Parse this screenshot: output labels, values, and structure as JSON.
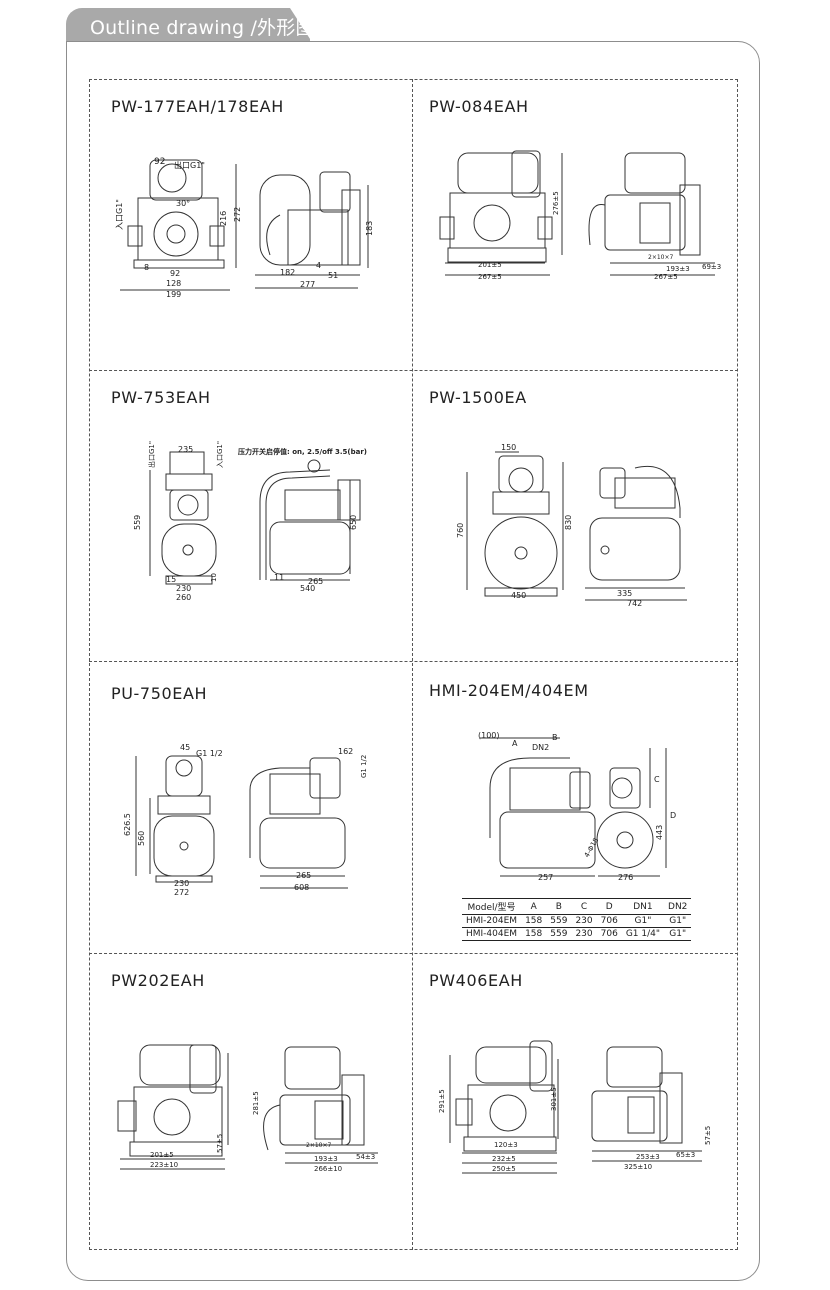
{
  "header": {
    "title": "Outline drawing /外形图"
  },
  "cells": [
    {
      "id": "pw177",
      "model": "PW-177EAH/178EAH",
      "dims": {
        "d1": "92",
        "d2": "出口G1\"",
        "d3": "30°",
        "d4": "入口G1\"",
        "d5": "216",
        "d6": "272",
        "d7": "8",
        "d8": "92",
        "d9": "128",
        "d10": "199",
        "d11": "183",
        "d12": "182",
        "d13": "277",
        "d14": "4",
        "d15": "51"
      }
    },
    {
      "id": "pw084",
      "model": "PW-084EAH",
      "dims": {
        "d1": "276±5",
        "d2": "201±5",
        "d3": "267±5",
        "d4": "193±3",
        "d5": "267±5",
        "d6": "69±3",
        "d7": "2×10×7"
      }
    },
    {
      "id": "pw753",
      "model": "PW-753EAH",
      "dims": {
        "d1": "235",
        "d2": "出口G1\"",
        "d3": "入口G1\"",
        "d4": "559",
        "d5": "15",
        "d6": "230",
        "d7": "260",
        "d8": "10",
        "d9": "650",
        "d10": "11",
        "d11": "265",
        "d12": "540",
        "note": "压力开关启停值: on, 2.5/off 3.5(bar)"
      }
    },
    {
      "id": "pw1500",
      "model": "PW-1500EA",
      "dims": {
        "d1": "150",
        "d2": "760",
        "d3": "830",
        "d4": "450",
        "d5": "335",
        "d6": "742"
      }
    },
    {
      "id": "pu750",
      "model": "PU-750EAH",
      "dims": {
        "d1": "45",
        "d2": "G1 1/2",
        "d3": "626.5",
        "d4": "560",
        "d5": "230",
        "d6": "272",
        "d7": "162",
        "d8": "G1 1/2",
        "d9": "265",
        "d10": "608"
      }
    },
    {
      "id": "hmi204",
      "model": "HMI-204EM/404EM",
      "dims": {
        "d1": "(100)",
        "d2": "A",
        "d3": "B",
        "d4": "DN2",
        "d5": "C",
        "d6": "D",
        "d7": "443",
        "d8": "257",
        "d9": "276",
        "d10": "4-Φ18"
      },
      "table": {
        "headers": [
          "Model/型号",
          "A",
          "B",
          "C",
          "D",
          "DN1",
          "DN2"
        ],
        "rows": [
          [
            "HMI-204EM",
            "158",
            "559",
            "230",
            "706",
            "G1\"",
            "G1\""
          ],
          [
            "HMI-404EM",
            "158",
            "559",
            "230",
            "706",
            "G1 1/4\"",
            "G1\""
          ]
        ]
      }
    },
    {
      "id": "pw202",
      "model": "PW202EAH",
      "dims": {
        "d1": "281±5",
        "d2": "201±5",
        "d3": "223±10",
        "d4": "193±3",
        "d5": "266±10",
        "d6": "57±5",
        "d7": "54±3",
        "d8": "2×10×7"
      }
    },
    {
      "id": "pw406",
      "model": "PW406EAH",
      "dims": {
        "d1": "291±5",
        "d2": "301±5",
        "d3": "120±3",
        "d4": "232±5",
        "d5": "250±5",
        "d6": "253±3",
        "d7": "325±10",
        "d8": "65±3",
        "d9": "57±5"
      }
    }
  ]
}
